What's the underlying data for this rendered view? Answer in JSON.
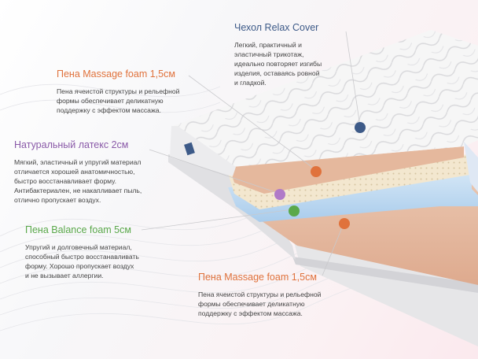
{
  "colors": {
    "cover": "#3d5a88",
    "massage": "#e0723c",
    "latex": "#8a5aa8",
    "balance": "#5aa84a"
  },
  "blocks": {
    "cover": {
      "title": "Чехол Relax Cover",
      "lines": [
        "Легкий, практичный и",
        "эластичный трикотаж,",
        "идеально повторяет изгибы",
        "изделия, оставаясь ровной",
        "и гладкой."
      ]
    },
    "massage_top": {
      "title": "Пена Massage foam 1,5см",
      "lines": [
        "Пена ячеистой структуры и рельефной",
        "формы обеспечивает деликатную",
        "поддержку с эффектом массажа."
      ]
    },
    "latex": {
      "title": "Натуральный латекс 2см",
      "lines": [
        "Мягкий, эластичный и упругий материал",
        "отличается хорошей анатомичностью,",
        "быстро восстанавливает форму.",
        "Антибактериален, не накапливает пыль,",
        "отлично пропускает воздух."
      ]
    },
    "balance": {
      "title": "Пена Balance foam 5см",
      "lines": [
        "Упругий и долговечный материал,",
        "способный быстро восстанавливать",
        "форму. Хорошо пропускает воздух",
        "и не вызывает аллергии."
      ]
    },
    "massage_bottom": {
      "title": "Пена Massage foam 1,5см",
      "lines": [
        "Пена ячеистой структуры и рельефной",
        "формы обеспечивает деликатную",
        "поддержку с эффектом массажа."
      ]
    }
  }
}
